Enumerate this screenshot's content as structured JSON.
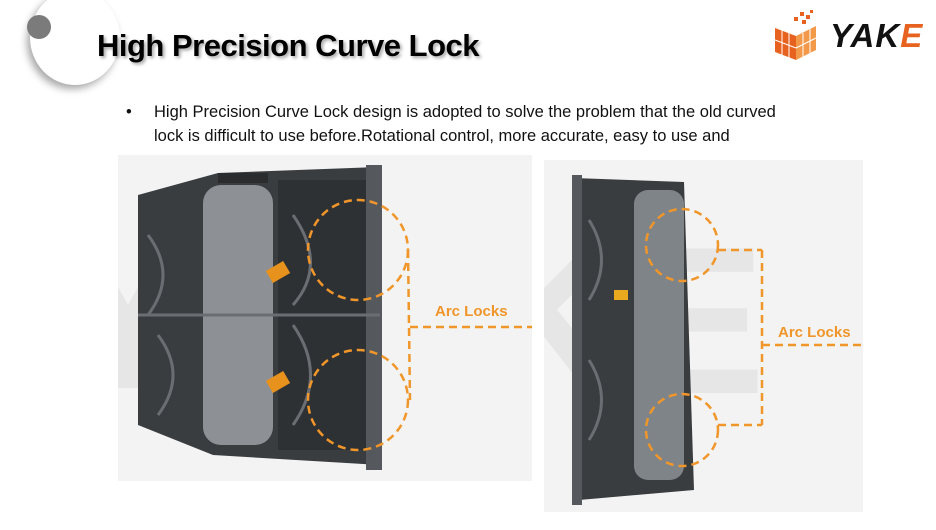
{
  "slide": {
    "title": "High Precision Curve Lock",
    "bullet_lines": [
      "High Precision Curve Lock design is adopted to solve the problem that the old curved",
      "lock is difficult to use before.Rotational control, more accurate, easy to use and"
    ]
  },
  "logo": {
    "text_main": "YAK",
    "text_accent": "E",
    "brand_color": "#e8621f"
  },
  "images": [
    {
      "callout_label": "Arc Locks",
      "watermark": "YA"
    },
    {
      "callout_label": "Arc Locks",
      "watermark": "KE"
    }
  ],
  "accent_color": "#f0962a"
}
